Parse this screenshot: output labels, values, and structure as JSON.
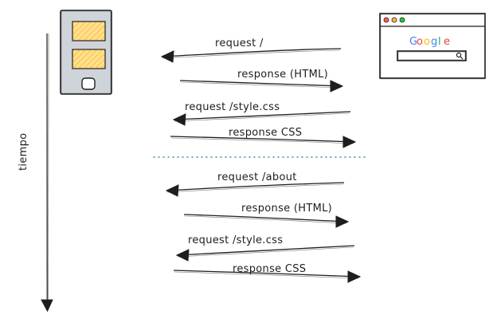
{
  "diagram": {
    "time_axis_label": "tiempo",
    "browser": {
      "logo": {
        "letters": [
          "G",
          "o",
          "o",
          "g",
          "l",
          "e"
        ],
        "colors": [
          "#4285f4",
          "#ea4335",
          "#fbbc05",
          "#4285f4",
          "#34a853",
          "#ea4335"
        ]
      },
      "window_buttons": [
        "#ff5f56",
        "#ffbd2e",
        "#27c93f"
      ]
    },
    "messages": [
      {
        "label": "request /",
        "direction": "to-client"
      },
      {
        "label": "response (HTML)",
        "direction": "to-server"
      },
      {
        "label": "request /style.css",
        "direction": "to-client"
      },
      {
        "label": "response CSS",
        "direction": "to-server"
      },
      {
        "label": "request /about",
        "direction": "to-client"
      },
      {
        "label": "response (HTML)",
        "direction": "to-server"
      },
      {
        "label": "request /style.css",
        "direction": "to-client"
      },
      {
        "label": "response CSS",
        "direction": "to-server"
      }
    ],
    "colors": {
      "ink": "#1e1e1e",
      "phone_body": "#ced4da",
      "phone_screen_block": "#ffe08a",
      "phone_screen_hatch": "#f08c00",
      "divider": "#0b7285"
    }
  }
}
